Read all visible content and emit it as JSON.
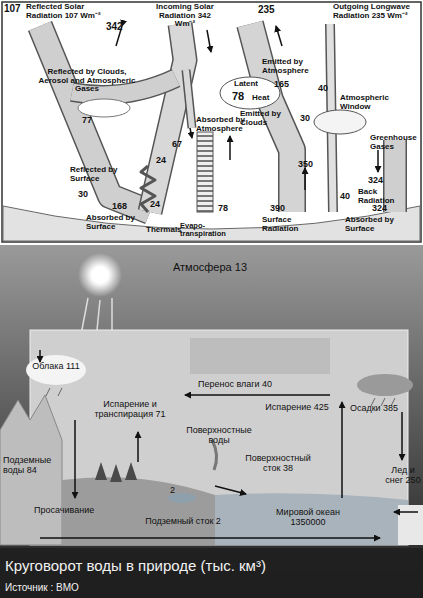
{
  "diagram": {
    "caption": "Круговорот воды в природе (тыс. км³)",
    "labels": [
      "107",
      "Reflected Solar Radiation 107 Wm⁻²",
      "342",
      "Incoming Solar Radiation 342 Wm⁻²",
      "235",
      "Outgoing Longwave Radiation 235 Wm⁻²",
      "Reflected by Clouds, Aerosol and Atmospheric Gases",
      "77",
      "Emitted by Atmosphere",
      "165",
      "40",
      "Atmospheric Window",
      "Emitted by Clouds",
      "30",
      "Greenhouse Gases",
      "Absorbed by Atmosphere",
      "67",
      "Latent",
      "78",
      "Heat",
      "24",
      "Reflected by Surface",
      "30",
      "350",
      "40",
      "324",
      "Back Radiation",
      "168",
      "Absorbed by Surface",
      "24",
      "Thermals",
      "78",
      "Evapo-transpiration",
      "390",
      "Surface Radiation",
      "324",
      "Absorbed by Surface",
      "Атмосфера 13",
      "Облака 111",
      "Перенос влаги 40",
      "Испарение и транспирация 71",
      "Подземные воды 84",
      "Поверхностные воды",
      "2",
      "Просачивание",
      "Поверхностный сток 38",
      "Испарение 425",
      "Осадки 385",
      "Лед и снег 250",
      "Подземный сток 2",
      "Мировой океан 1350000",
      "Источник : ВМО"
    ]
  }
}
